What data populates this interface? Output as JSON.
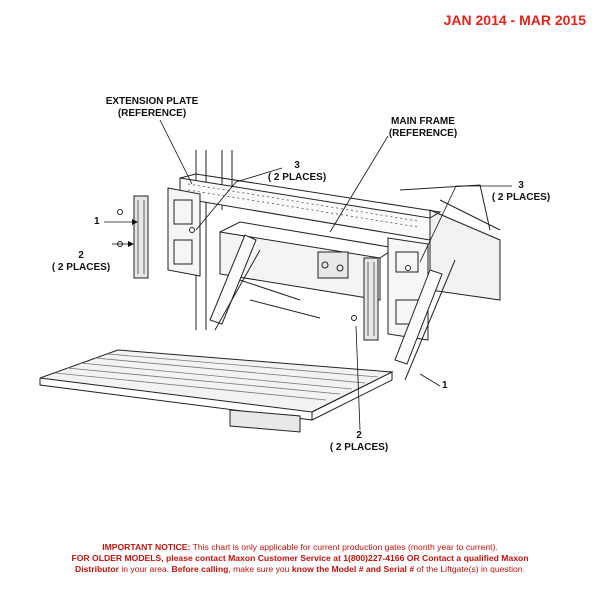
{
  "header": {
    "date_range": "JAN 2014 - MAR 2015"
  },
  "labels": {
    "extension_plate_line1": "EXTENSION PLATE",
    "extension_plate_line2": "(REFERENCE)",
    "main_frame_line1": "MAIN FRAME",
    "main_frame_line2": "(REFERENCE)",
    "callout_3_left": "3",
    "callout_3_left_places": "( 2 PLACES)",
    "callout_3_right": "3",
    "callout_3_right_places": "( 2 PLACES)",
    "callout_1_left": "1",
    "callout_2_left": "2",
    "callout_2_left_places": "( 2 PLACES)",
    "callout_1_right": "1",
    "callout_2_right": "2",
    "callout_2_right_places": "( 2 PLACES)"
  },
  "notice": {
    "line1_bold": "IMPORTANT NOTICE:",
    "line1_text": " This chart is only applicable for current production gates (month year to current).",
    "line2_bold_a": "FOR OLDER MODELS, please contact Maxon Customer Service at 1(800)227-4166 OR Contact a qualified Maxon",
    "line3_bold_a": "Distributor",
    "line3_text_a": " in your area. ",
    "line3_bold_b": "Before calling",
    "line3_text_b": ", make sure you ",
    "line3_bold_c": "know the Model # and Serial #",
    "line3_text_c": " of the Liftgate(s) in question."
  }
}
